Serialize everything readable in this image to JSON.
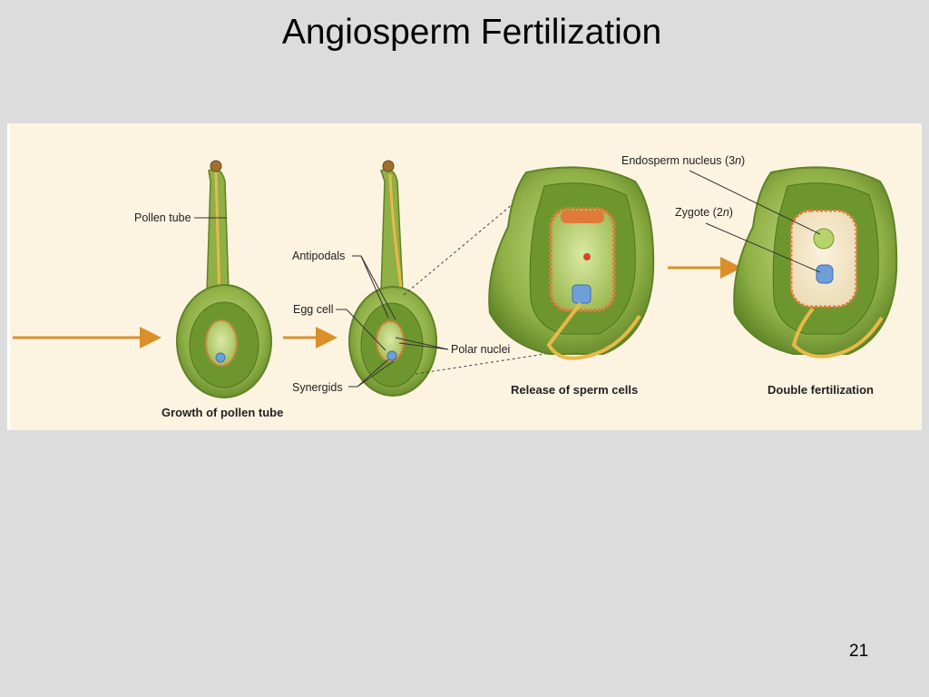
{
  "slide": {
    "title": "Angiosperm Fertilization",
    "page_number": "21"
  },
  "diagram": {
    "labels": {
      "pollen_tube": "Pollen tube",
      "antipodals": "Antipodals",
      "egg_cell": "Egg cell",
      "polar_nuclei": "Polar nuclei",
      "synergids": "Synergids",
      "endosperm_nucleus": "Endosperm nucleus (3",
      "endosperm_n": "n",
      "endosperm_close": ")",
      "zygote": "Zygote (2",
      "zygote_n": "n",
      "zygote_close": ")"
    },
    "captions": {
      "growth": "Growth of pollen tube",
      "release": "Release of sperm cells",
      "double": "Double fertilization"
    },
    "colors": {
      "background": "#dcdcdc",
      "panel": "#fdf3e1",
      "ovule_green": "#7fa33a",
      "ovule_light": "#b9d36c",
      "sac_fill": "#f2e6c8",
      "antipodal_orange": "#e07a3a",
      "pollen_tube_yellow": "#e8b94a",
      "egg_blue": "#6f9fd8",
      "arrow": "#d9902a"
    }
  }
}
